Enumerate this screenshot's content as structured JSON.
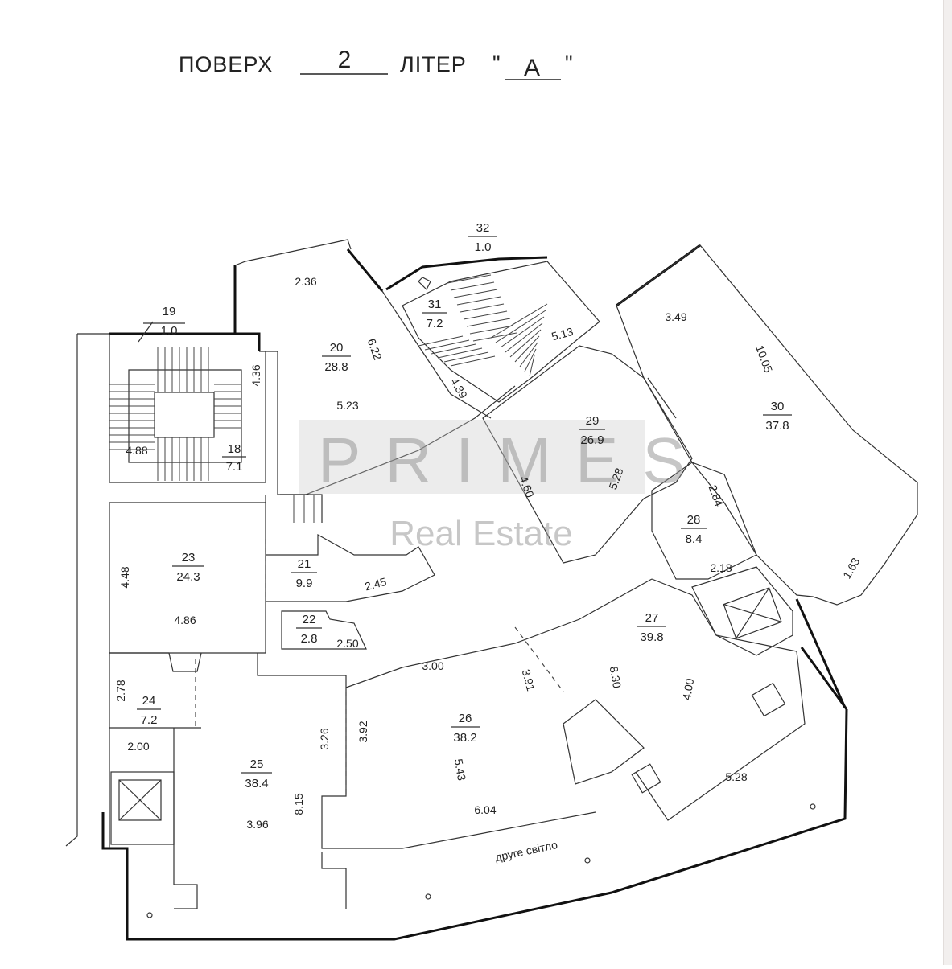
{
  "header": {
    "floor_label": "ПОВЕРХ",
    "floor_value": "2",
    "letter_label": "ЛІТЕР",
    "letter_open_quote": "\"",
    "letter_value": "А",
    "letter_close_quote": "\""
  },
  "watermark": {
    "brand": "PRIMES",
    "subtitle": "Real Estate"
  },
  "rooms": [
    {
      "id": "r19",
      "number": "19",
      "area": "1.0"
    },
    {
      "id": "r18",
      "number": "18",
      "area": "7.1"
    },
    {
      "id": "r20",
      "number": "20",
      "area": "28.8"
    },
    {
      "id": "r31",
      "number": "31",
      "area": "7.2"
    },
    {
      "id": "r32",
      "number": "32",
      "area": "1.0"
    },
    {
      "id": "r29",
      "number": "29",
      "area": "26.9"
    },
    {
      "id": "r30",
      "number": "30",
      "area": "37.8"
    },
    {
      "id": "r28",
      "number": "28",
      "area": "8.4"
    },
    {
      "id": "r23",
      "number": "23",
      "area": "24.3"
    },
    {
      "id": "r21",
      "number": "21",
      "area": "9.9"
    },
    {
      "id": "r22",
      "number": "22",
      "area": "2.8"
    },
    {
      "id": "r27",
      "number": "27",
      "area": "39.8"
    },
    {
      "id": "r26",
      "number": "26",
      "area": "38.2"
    },
    {
      "id": "r24",
      "number": "24",
      "area": "7.2"
    },
    {
      "id": "r25",
      "number": "25",
      "area": "38.4"
    }
  ],
  "dimensions": [
    "2.36",
    "4.36",
    "6.22",
    "5.23",
    "4.88",
    "5.13",
    "4.39",
    "3.49",
    "10.05",
    "4.60",
    "5.28",
    "2.84",
    "2.18",
    "1.63",
    "4.48",
    "4.86",
    "2.45",
    "2.50",
    "3.00",
    "3.91",
    "8.30",
    "4.00",
    "2.78",
    "2.00",
    "3.26",
    "3.92",
    "8.15",
    "3.96",
    "5.43",
    "6.04",
    "5.28"
  ],
  "annotations": {
    "second_light": "друге світло"
  }
}
